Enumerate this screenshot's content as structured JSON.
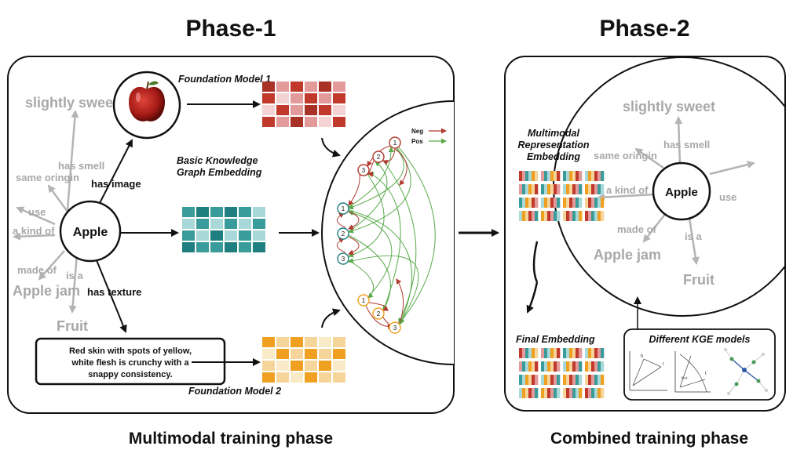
{
  "phase1": {
    "title": "Phase-1",
    "caption": "Multimodal training phase",
    "center": "Apple",
    "kg_labels": {
      "slightly_sweet": "slightly sweet",
      "has_smell": "has smell",
      "same_oringin": "same oringin",
      "use": "use",
      "a_kind_of": "a kind of",
      "made_of": "made of",
      "is_a": "is a",
      "apple_jam": "Apple jam",
      "fruit": "Fruit"
    },
    "has_image": "has image",
    "has_texture": "has texture",
    "foundation_model_1": "Foundation Model 1",
    "foundation_model_2": "Foundation Model 2",
    "basic_kge_line1": "Basic Knowledge",
    "basic_kge_line2": "Graph Embedding",
    "text_box": {
      "line1": "Red skin with spots of yellow,",
      "line2": "white flesh is crunchy with a",
      "line3": "snappy consistency."
    },
    "legend": {
      "neg": "Neg",
      "pos": "Pos"
    },
    "node_numbers": {
      "one": "1",
      "two": "2",
      "three": "3"
    }
  },
  "phase2": {
    "title": "Phase-2",
    "caption": "Combined training phase",
    "center": "Apple",
    "kg_labels": {
      "slightly_sweet": "slightly sweet",
      "has_smell": "has smell",
      "same_oringin": "same oringin",
      "use": "use",
      "a_kind_of": "a kind of",
      "made_of": "made of",
      "is_a": "is a",
      "apple_jam": "Apple jam",
      "fruit": "Fruit"
    },
    "mm_rep_line1": "Multimodal",
    "mm_rep_line2": "Representation",
    "mm_rep_line3": "Embedding",
    "final_embedding": "Final Embedding",
    "different_kge": "Different KGE models",
    "kge_mini_labels": {
      "h": "h",
      "r": "r",
      "t": "t",
      "hr": "h+r"
    }
  },
  "colors": {
    "gray_text": "#a8a8a8",
    "red_matrix": [
      "#c0392b",
      "#e29a9a",
      "#f3d3d3",
      "#a93226"
    ],
    "teal_matrix": [
      "#3a9b9b",
      "#a9d8d8",
      "#1f7f80"
    ],
    "orange_matrix": [
      "#f0a020",
      "#f6d59a",
      "#faebc8"
    ],
    "neg_arrow": "#b03a2e",
    "pos_arrow": "#5aaa4a"
  }
}
